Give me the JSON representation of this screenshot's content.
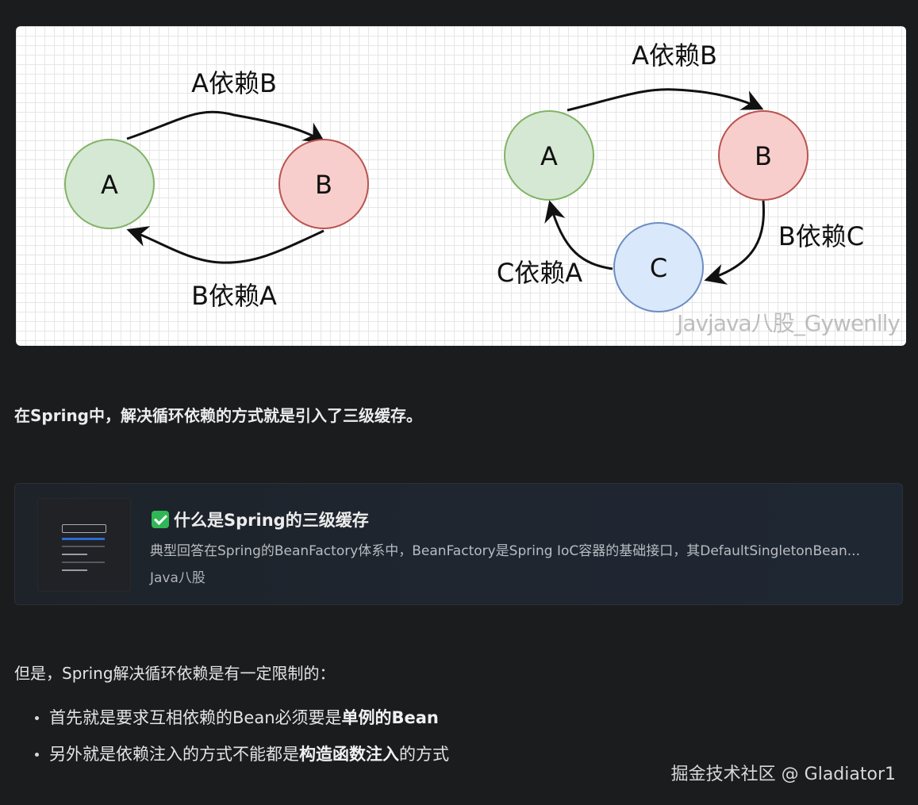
{
  "diagram_left": {
    "node_a": "A",
    "node_b": "B",
    "edge_top": "A依赖B",
    "edge_bottom": "B依赖A"
  },
  "diagram_right": {
    "node_a": "A",
    "node_b": "B",
    "node_c": "C",
    "edge_ab": "A依赖B",
    "edge_bc": "B依赖C",
    "edge_ca": "C依赖A"
  },
  "figure_watermark": "Javjava八股_Gywenlly",
  "colors": {
    "node_a_fill": "#d5e8d4",
    "node_a_stroke": "#82b366",
    "node_b_fill": "#f8cecc",
    "node_b_stroke": "#b85450",
    "node_c_fill": "#dae8fc",
    "node_c_stroke": "#6c8ebf",
    "check_green": "#2fb755"
  },
  "intro_bold": "在Spring中，解决循环依赖的方式就是引入了三级缓存。",
  "card": {
    "icon": "check-icon",
    "title": "什么是Spring的三级缓存",
    "description": "典型回答在Spring的BeanFactory体系中，BeanFactory是Spring IoC容器的基础接口，其DefaultSingletonBean...",
    "source": "Java八股"
  },
  "limit_text": "但是，Spring解决循环依赖是有一定限制的：",
  "bullets": [
    {
      "prefix": "首先就是要求互相依赖的Bean必须要是",
      "bold": "单例的Bean",
      "suffix": ""
    },
    {
      "prefix": "另外就是依赖注入的方式不能都是",
      "bold": "构造函数注入",
      "suffix": "的方式"
    }
  ],
  "footer_watermark": "掘金技术社区 @ Gladiator1"
}
